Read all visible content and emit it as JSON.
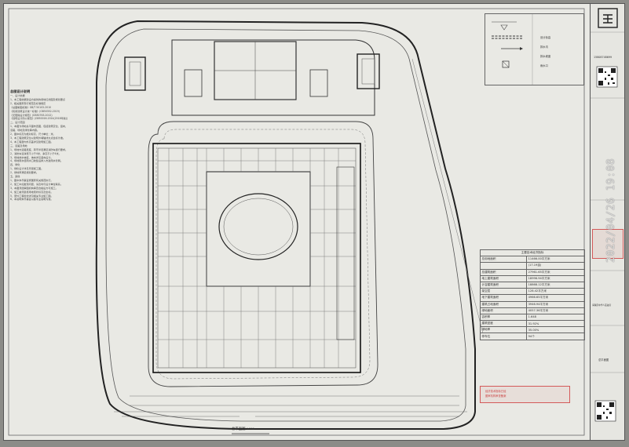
{
  "notes": {
    "title": "总图设计说明",
    "lines": [
      "一、设计依据",
      "1、本工程依据建设方提供的用地红线图及规划要点",
      "2、相关国家现行规范及标准规定",
      "《总图制图标准》GB/T 50103-2010",
      "《民用建筑设计统一标准》(GB50352-2019)",
      "《无障碍设计规范》(GB50763-2012)",
      "《建筑设计防火规范》(GB50016-2014(2018年版))",
      "二、设计范围",
      "1、本图为场地总平面布置图，包括建筑定位、竖向、",
      "道路、场地及绿化等内容。",
      "2、图中标高为绝对标高，尺寸单位：米。",
      "3、本工程建筑定位以建筑外墙轴线交点坐标为准。",
      "4、本工程室内外高差详见建筑施工图。",
      "三、道路及场地",
      "1、场地内道路宽度、转弯半径满足消防车通行要求。",
      "2、消防车道净宽不小于4米，净高不小于4米。",
      "3、场地排水坡度、坡向详见竖向设计。",
      "4、场地雨水经雨水口收集后排入市政雨水管网。",
      "四、绿化",
      "1、绿化设计详见景观施工图。",
      "2、绿地率满足规划要求。",
      "五、其他",
      "1、图中未尽事宜按国家有关规范执行。",
      "2、施工中如发现问题，请及时与设计单位联系。",
      "3、本图须经审图机构审查合格后方可施工。",
      "4、施工前须复核场地现状标高及坐标。",
      "5、室外工程管线详见相关专业施工图。",
      "6、本说明未尽事宜以各专业说明为准。"
    ]
  },
  "legend": {
    "items": [
      {
        "label": "设计标高"
      },
      {
        "label": "排水沟"
      },
      {
        "label": "排水坡度"
      },
      {
        "label": "雨水口"
      }
    ]
  },
  "stats": {
    "title": "主要技术经济指标",
    "rows": [
      {
        "label": "总用地面积",
        "value": "11466.00平方米"
      },
      {
        "label": "",
        "value": "(17.19亩)"
      },
      {
        "label": "总建筑面积",
        "value": "27961.65平方米"
      },
      {
        "label": "地上建筑面积",
        "value": "18996.94平方米"
      },
      {
        "label": "计容建筑面积",
        "value": "18868.12平方米"
      },
      {
        "label": "架空层",
        "value": "128.42平方米"
      },
      {
        "label": "地下建筑面积",
        "value": "4966.65平方米"
      },
      {
        "label": "建筑占地面积",
        "value": "3946.94平方米"
      },
      {
        "label": "绿地面积",
        "value": "4057.36平方米"
      },
      {
        "label": "容积率",
        "value": "1.648"
      },
      {
        "label": "建筑密度",
        "value": "31.92%"
      },
      {
        "label": "绿地率",
        "value": "35.00%"
      },
      {
        "label": "停车位",
        "value": "94个"
      }
    ]
  },
  "drawing": {
    "caption": "总平面图",
    "scale": "1:250"
  },
  "title_block": {
    "phone": "15808748699",
    "project": "海珠区中学人民政府",
    "drawing_name": "总平面图"
  },
  "stamp": {
    "line1": "经济技术指标已经",
    "line2": "图审机构审查备案"
  },
  "photo_timestamp": "2022/04/26 19:08"
}
